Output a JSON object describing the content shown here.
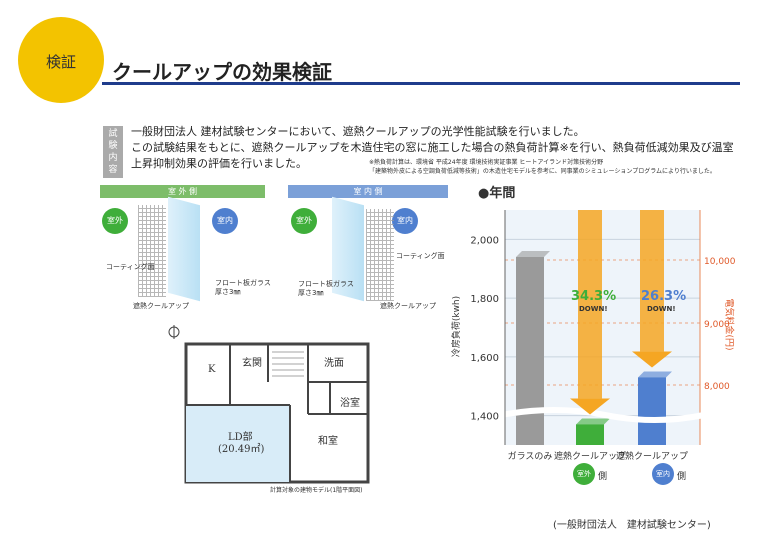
{
  "header": {
    "badge": "検証",
    "title": "クールアップの効果検証"
  },
  "intro": {
    "tag": "試験内容",
    "lines": [
      "一般財団法人 建材試験センターにおいて、遮熱クールアップの光学性能試験を行いました。",
      "この試験結果をもとに、遮熱クールアップを木造住宅の窓に施工した場合の熱負荷計算※を行い、熱負荷低減効果及び温室",
      "上昇抑制効果の評価を行いました。"
    ],
    "note_lines": [
      "※熱負荷計算は、環境省 平成24年度 環境技術実証事業 ヒートアイランド対策技術分野",
      "「建築物外皮による空調負荷低減等技術」の木造住宅モデルを参考に、同事業のシミュレーションプログラムにより行いました。"
    ]
  },
  "diagrams": {
    "outside": {
      "band": "室 外 側",
      "out": "室外",
      "in": "室内",
      "coating": "コーティング面",
      "glass1": "フロート板ガラス",
      "glass2": "厚さ3㎜",
      "film": "遮熱クールアップ",
      "color": "#7dbd6a"
    },
    "inside": {
      "band": "室 内 側",
      "out": "室外",
      "in": "室内",
      "coating": "コーティング面",
      "glass1": "フロート板ガラス",
      "glass2": "厚さ3㎜",
      "film": "遮熱クールアップ",
      "color": "#7ba0d8"
    }
  },
  "floorplan": {
    "rooms": {
      "k": "K",
      "entrance": "玄関",
      "wash": "洗面",
      "bath": "浴室",
      "ld": "LD部",
      "ld_area": "(20.49㎡)",
      "jp": "和室"
    },
    "caption": "計算対象の建物モデル(1階平面図)"
  },
  "chart_data": {
    "type": "bar",
    "title": "●年間",
    "ylabel": "冷房負荷(kwh)",
    "y2label": "電気料金(円)",
    "ylim": [
      1300,
      2100
    ],
    "yticks": [
      1400,
      1600,
      1800,
      2000
    ],
    "y2ticks": [
      "8,000",
      "9,000",
      "10,000"
    ],
    "categories": [
      "ガラスのみ",
      "遮熱クールアップ",
      "遮熱クールアップ"
    ],
    "values": [
      1940,
      1370,
      1530
    ],
    "colors": [
      "#9a9a9a",
      "#3fae3a",
      "#4f7fcf"
    ],
    "reductions": [
      {
        "pct": "34.3%",
        "down": "DOWN!",
        "color": "#3fae3a"
      },
      {
        "pct": "26.3%",
        "down": "DOWN!",
        "color": "#4f7fcf"
      }
    ],
    "side_labels": [
      {
        "badge": "室外",
        "suffix": "側",
        "color": "#3fae3a"
      },
      {
        "badge": "室内",
        "suffix": "側",
        "color": "#4f7fcf"
      }
    ]
  },
  "footer": {
    "source": "(一般財団法人　建材試験センター)"
  }
}
